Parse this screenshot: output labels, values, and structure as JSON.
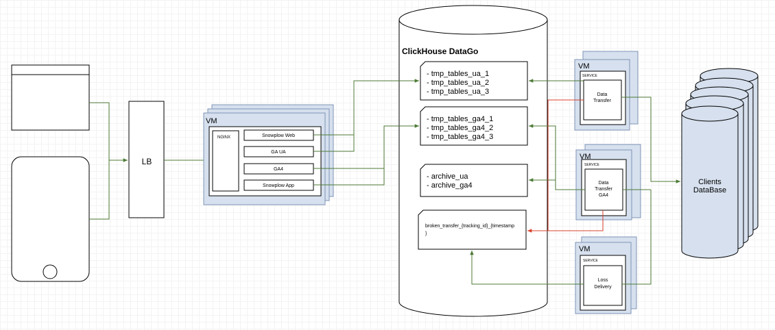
{
  "lb": {
    "label": "LB"
  },
  "vm_nginx": {
    "title": "VM",
    "nginx_label": "NGINX",
    "endpoints": [
      "Snowplow Web",
      "GA UA",
      "GA4",
      "Snowplow App"
    ]
  },
  "clickhouse": {
    "title": "ClickHouse DataGo",
    "tables_ua": [
      "- tmp_tables_ua_1",
      "- tmp_tables_ua_2",
      "- tmp_tables_ua_3"
    ],
    "tables_ga4": [
      "- tmp_tables_ga4_1",
      "- tmp_tables_ga4_2",
      "- tmp_tables_ga4_3"
    ],
    "archive": [
      "- archive_ua",
      "- archive_ga4"
    ],
    "broken": [
      "broken_transfer_{tracking_id}_{timestamp",
      "}"
    ]
  },
  "vm_transfer": {
    "title": "VM",
    "service": "SERVICE",
    "name": [
      "Data",
      "Transfer"
    ]
  },
  "vm_transfer_ga4": {
    "title": "VM",
    "service": "SERVICE",
    "name": [
      "Data",
      "Transfer",
      "GA4"
    ]
  },
  "vm_loss": {
    "title": "VM",
    "service": "SERVICE",
    "name": [
      "Loss",
      "Delivery"
    ]
  },
  "clients_db": {
    "name": [
      "Clients",
      "DataBase"
    ]
  },
  "colors": {
    "arrow_green": "#4c7a34",
    "arrow_red": "#d9412b",
    "vm_fill": "#d6e0ee",
    "vm_stroke": "#7f93b5"
  }
}
